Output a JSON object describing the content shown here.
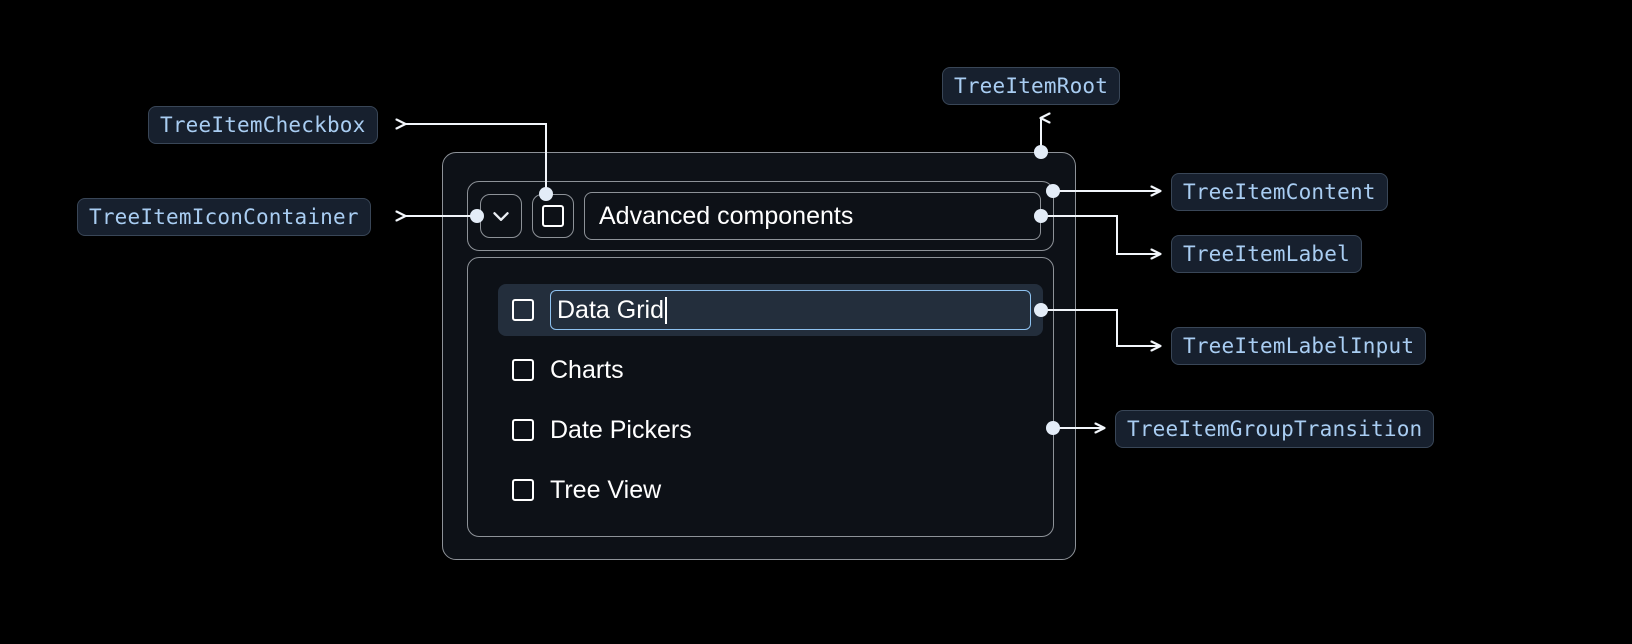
{
  "theme": {
    "background": "#000000",
    "panel_bg": "#0d1117",
    "panel_border": "#8d9298",
    "chip_bg": "#17202e",
    "chip_border": "#394657",
    "chip_text": "#a9cdf2",
    "connector": "#f2f6fb",
    "selected_row_bg": "#232e3c",
    "input_focus_border": "#8ec2f0",
    "text": "#ffffff"
  },
  "annotations": [
    {
      "id": "tree-item-checkbox",
      "label": "TreeItemCheckbox"
    },
    {
      "id": "tree-item-icon-container",
      "label": "TreeItemIconContainer"
    },
    {
      "id": "tree-item-root",
      "label": "TreeItemRoot"
    },
    {
      "id": "tree-item-content",
      "label": "TreeItemContent"
    },
    {
      "id": "tree-item-label",
      "label": "TreeItemLabel"
    },
    {
      "id": "tree-item-label-input",
      "label": "TreeItemLabelInput"
    },
    {
      "id": "tree-item-group-transition",
      "label": "TreeItemGroupTransition"
    }
  ],
  "tree": {
    "root": {
      "icon": "chevron-down-icon",
      "checkbox_checked": false,
      "label": "Advanced components"
    },
    "children": [
      {
        "label": "Data Grid",
        "checkbox_checked": false,
        "editing": true,
        "selected": true
      },
      {
        "label": "Charts",
        "checkbox_checked": false,
        "editing": false,
        "selected": false
      },
      {
        "label": "Date Pickers",
        "checkbox_checked": false,
        "editing": false,
        "selected": false
      },
      {
        "label": "Tree View",
        "checkbox_checked": false,
        "editing": false,
        "selected": false
      }
    ]
  }
}
